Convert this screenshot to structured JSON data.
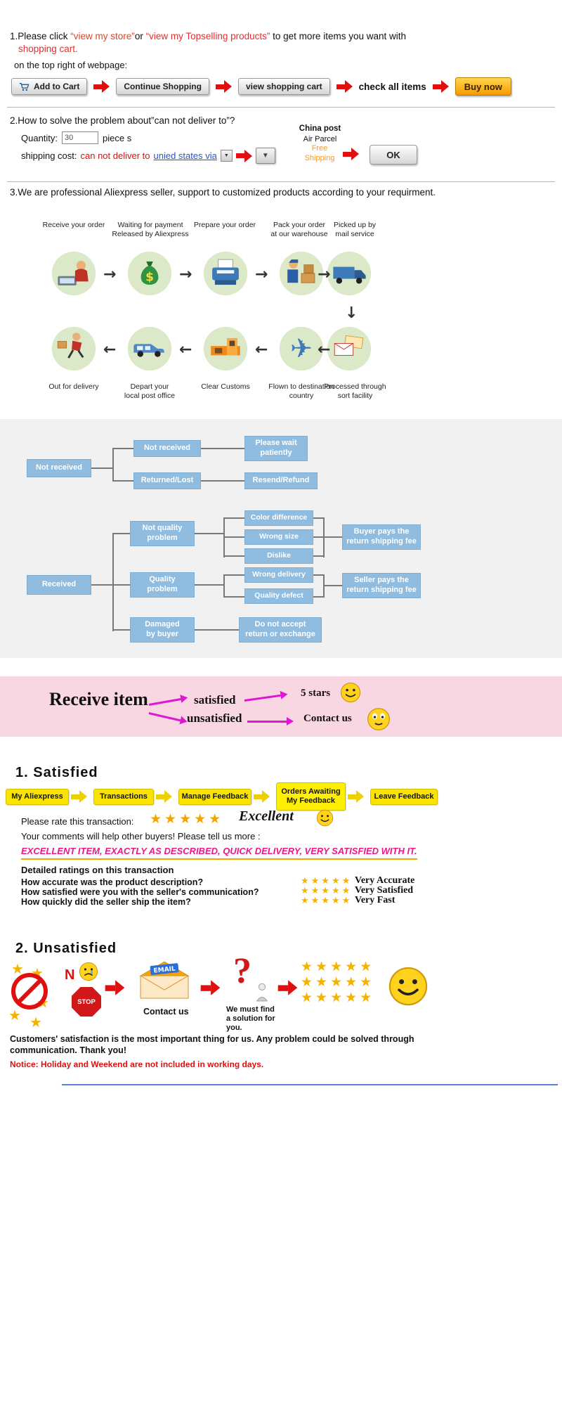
{
  "colors": {
    "red_arrow": "#e01010",
    "magenta_arrow": "#df16d4",
    "flow_box_blue": "#8fbcdf",
    "pink_banner": "#f8d7e2",
    "yellow_button": "#f8e400",
    "star_gold": "#f5a300",
    "orange_link": "#e8401c",
    "notice_red": "#e01010"
  },
  "glyphs": {
    "star": "★",
    "stars5": "★★★★★",
    "arrow_right": "→",
    "arrow_left": "←",
    "arrow_down": "↓",
    "dropdown": "▼",
    "plane": "✈",
    "dollar": "$"
  },
  "section1": {
    "intro_pre": "1.Please click ",
    "link_store": "“view my store”",
    "intro_or": "or ",
    "link_topselling": "“view my Topselling products”",
    "intro_post": " to get more items you want with",
    "intro_line2": "shopping cart.",
    "intro_line3": "on the top right of webpage:",
    "btn_add_to_cart": "Add to Cart",
    "btn_continue_shopping": "Continue Shopping",
    "btn_view_cart": "view shopping cart",
    "label_check_all": "check all items",
    "btn_buy_now": "Buy now"
  },
  "section2": {
    "title": "2.How to solve the problem about”can not deliver to”?",
    "quantity_label": "Quantity:",
    "quantity_value": "30",
    "quantity_unit": "piece s",
    "shipping_label": "shipping cost:",
    "shipping_problem": "can not deliver to",
    "shipping_link": "unied states via",
    "china_post": "China post",
    "air_parcel": "Air Parcel",
    "free_shipping": "Free\nShipping",
    "ok_button": "OK"
  },
  "section3": {
    "title": "3.We are professional Aliexpress seller, support to customized products according to your requirment.",
    "row1": [
      {
        "label": "Receive your order"
      },
      {
        "label": "Waiting for payment\nReleased by Aliexpress"
      },
      {
        "label": "Prepare your order"
      },
      {
        "label": "Pack your order\nat our warehouse"
      },
      {
        "label": "Picked up by\nmail service"
      }
    ],
    "row2": [
      {
        "label": "Out for delivery"
      },
      {
        "label": "Depart your\nlocal post office"
      },
      {
        "label": "Clear Customs"
      },
      {
        "label": "Flown to destination\ncountry"
      },
      {
        "label": "Processed through\nsort facility"
      }
    ]
  },
  "flowchart": {
    "not_received_root": "Not received",
    "not_received_branch": "Not received",
    "wait": "Please wait\npatiently",
    "returned_lost": "Returned/Lost",
    "resend_refund": "Resend/Refund",
    "received_root": "Received",
    "not_quality": "Not quality\nproblem",
    "color_difference": "Color difference",
    "wrong_size": "Wrong size",
    "dislike": "Dislike",
    "buyer_pays": "Buyer pays the\nreturn shipping fee",
    "quality": "Quality\nproblem",
    "wrong_delivery": "Wrong delivery",
    "quality_defect": "Quality defect",
    "seller_pays": "Seller pays the\nreturn shipping fee",
    "damaged": "Damaged\nby buyer",
    "no_return": "Do not accept\nreturn or exchange"
  },
  "banner": {
    "title": "Receive item",
    "satisfied": "satisfied",
    "unsatisfied": "unsatisfied",
    "five_stars": "5 stars",
    "contact_us": "Contact us"
  },
  "satisfied_section": {
    "heading": "1. Satisfied",
    "nav": [
      "My Aliexpress",
      "Transactions",
      "Manage Feedback",
      "Orders Awaiting\nMy Feedback",
      "Leave Feedback"
    ],
    "rate_label": "Please rate this transaction:",
    "excellent": "Excellent",
    "comments_line": "Your comments will help other buyers! Please tell us more :",
    "example_line": "EXCELLENT ITEM, EXACTLY AS DESCRIBED, QUICK DELIVERY, VERY SATISFIED WITH IT.",
    "detail_title": "Detailed ratings on this transaction",
    "questions": [
      {
        "q": "How accurate was the product description?",
        "a": "Very Accurate"
      },
      {
        "q": "How satisfied were you with the seller's communication?",
        "a": "Very Satisfied"
      },
      {
        "q": "How quickly did the seller ship the item?",
        "a": "Very Fast"
      }
    ]
  },
  "unsatisfied_section": {
    "heading": "2. Unsatisfied",
    "n_label": "N",
    "stop_label": "STOP",
    "email_label": "EMAIL",
    "contact_us": "Contact us",
    "solution": "We must find\na solution for\nyou.",
    "question_mark": "?"
  },
  "footer": {
    "message": "Customers' satisfaction is the most important thing for us. Any problem could be solved through\ncommunication. Thank you!",
    "notice": "Notice: Holiday and Weekend are not included in working days."
  }
}
